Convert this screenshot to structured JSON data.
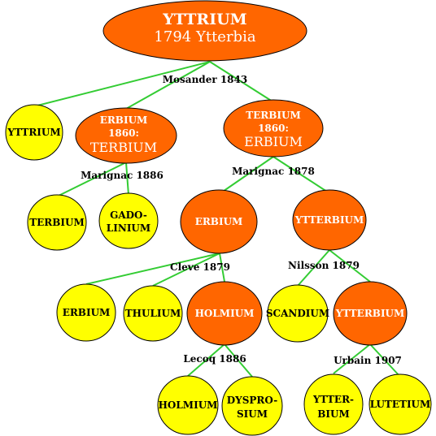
{
  "colors": {
    "edge": "#33cc33",
    "orange": "#ff6600",
    "yellow": "#ffff00",
    "outline": "#000000"
  },
  "root": {
    "line1": "YTTRIUM",
    "line2": "1794 Ytterbia"
  },
  "edge_labels": {
    "mosander": "Mosander 1843",
    "marignac_1886": "Marignac 1886",
    "marignac_1878": "Marignac 1878",
    "cleve": "Cleve 1879",
    "nilsson": "Nilsson 1879",
    "lecoq": "Lecoq 1886",
    "urbain": "Urbain 1907"
  },
  "nodes": {
    "yttrium": "YTTRIUM",
    "erbium_1860": {
      "line1": "ERBIUM",
      "line2": "1860:",
      "line3": "TERBIUM"
    },
    "terbium_1860": {
      "line1": "TERBIUM",
      "line2": "1860:",
      "line3": "ERBIUM"
    },
    "terbium": "TERBIUM",
    "gadolinium": {
      "line1": "GADO-",
      "line2": "LINIUM"
    },
    "erbium": "ERBIUM",
    "ytterbium": "YTTERBIUM",
    "erbium_leaf": "ERBIUM",
    "thulium": "THULIUM",
    "holmium": "HOLMIUM",
    "scandium": "SCANDIUM",
    "ytterbium_2": "YTTERBIUM",
    "holmium_leaf": "HOLMIUM",
    "dysprosium": {
      "line1": "DYSPRO-",
      "line2": "SIUM"
    },
    "ytterbium_leaf": {
      "line1": "YTTER-",
      "line2": "BIUM"
    },
    "lutetium": "LUTETIUM"
  }
}
